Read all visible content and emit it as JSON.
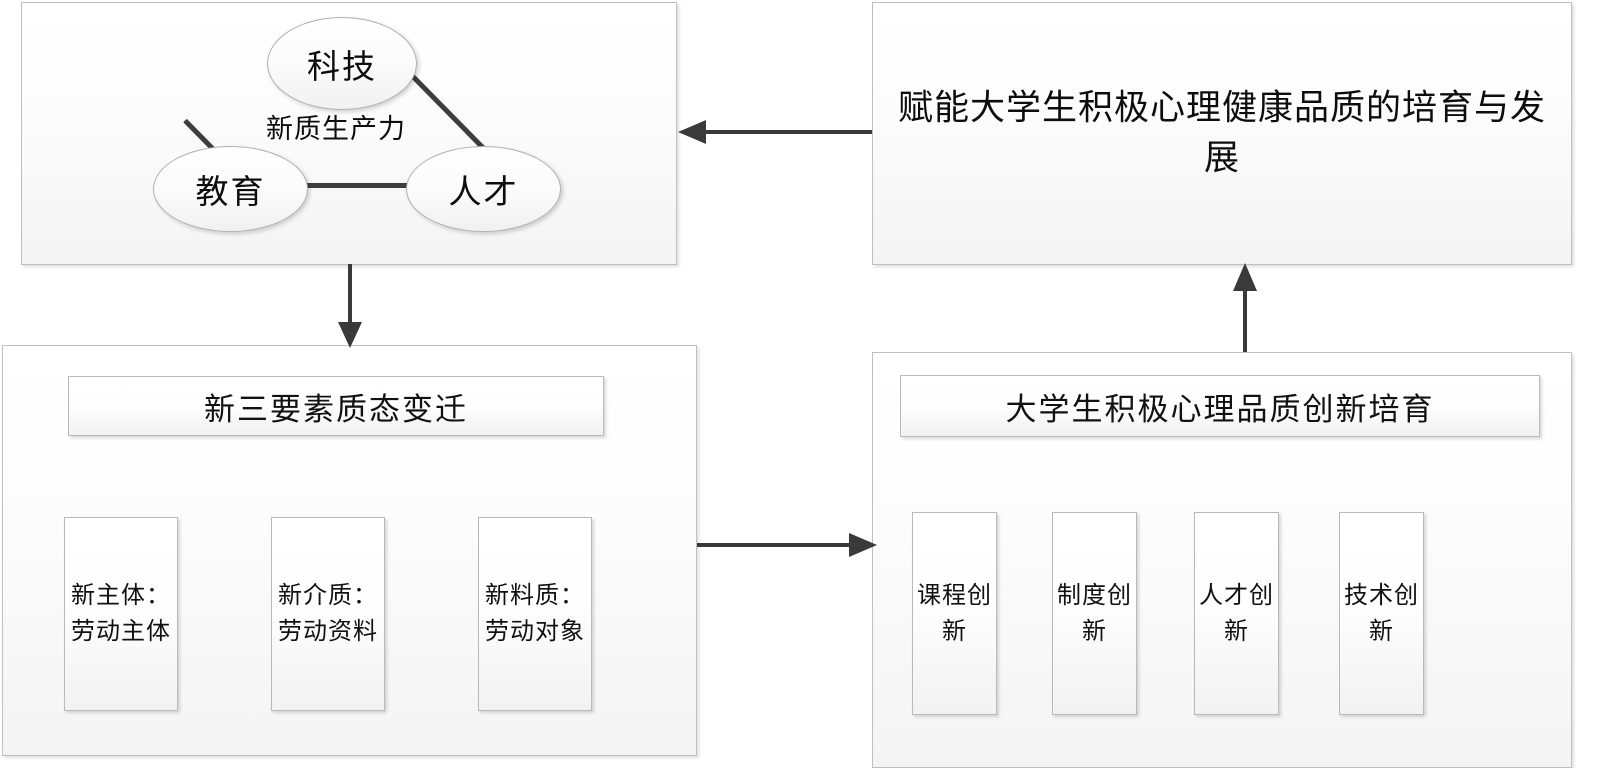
{
  "diagram": {
    "title_semantic": "new-quality-productive-forces-to-positive-psychology-cultivation",
    "top_left": {
      "center_label": "新质生产力",
      "nodes": [
        {
          "id": "tech",
          "label": "科技"
        },
        {
          "id": "edu",
          "label": "教育"
        },
        {
          "id": "talent",
          "label": "人才"
        }
      ],
      "edges": [
        {
          "from": "edu",
          "to": "tech"
        },
        {
          "from": "tech",
          "to": "talent"
        },
        {
          "from": "edu",
          "to": "talent"
        }
      ]
    },
    "top_right": {
      "text": "赋能大学生积极心理健康品质的培育与发展"
    },
    "bottom_left": {
      "header": "新三要素质态变迁",
      "cards": [
        {
          "label": "新主体：劳动主体"
        },
        {
          "label": "新介质：劳动资料"
        },
        {
          "label": "新料质：劳动对象"
        }
      ]
    },
    "bottom_right": {
      "header": "大学生积极心理品质创新培育",
      "cards": [
        {
          "label": "课程创新"
        },
        {
          "label": "制度创新"
        },
        {
          "label": "人才创新"
        },
        {
          "label": "技术创新"
        }
      ]
    },
    "connectors": [
      {
        "id": "top-right-to-top-left",
        "direction": "left",
        "from": "top_right",
        "to": "top_left"
      },
      {
        "id": "top-left-to-bottom-left",
        "direction": "down",
        "from": "top_left",
        "to": "bottom_left"
      },
      {
        "id": "bottom-left-to-bottom-right",
        "direction": "right",
        "from": "bottom_left",
        "to": "bottom_right"
      },
      {
        "id": "bottom-right-to-top-right",
        "direction": "up",
        "from": "bottom_right",
        "to": "top_right"
      }
    ],
    "colors": {
      "line": "#3a3a3a",
      "panel_border": "#bfbfbf",
      "panel_fill_top": "#ffffff",
      "panel_fill_bottom": "#f4f4f4",
      "text": "#0d0d0d",
      "background": "#ffffff"
    }
  }
}
